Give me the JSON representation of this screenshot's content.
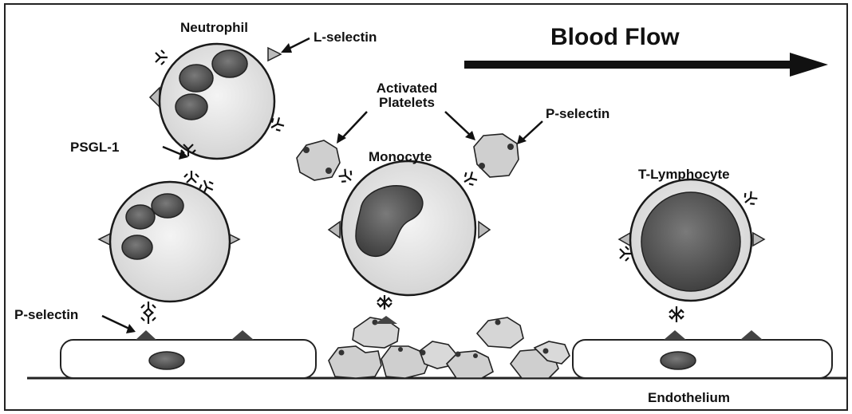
{
  "title": "Blood Flow",
  "labels": {
    "neutrophil": "Neutrophil",
    "l_selectin": "L-selectin",
    "activated_platelets_line1": "Activated",
    "activated_platelets_line2": "Platelets",
    "p_selectin_top": "P-selectin",
    "psgl1": "PSGL-1",
    "monocyte": "Monocyte",
    "t_lymphocyte": "T-Lymphocyte",
    "p_selectin_bottom": "P-selectin",
    "endothelium": "Endothelium"
  },
  "colors": {
    "cell_fill": "#dcdcdc",
    "nucleus_fill": "#5a5a5a",
    "outline": "#1a1a1a",
    "platelet_fill": "#c9c9c9"
  }
}
